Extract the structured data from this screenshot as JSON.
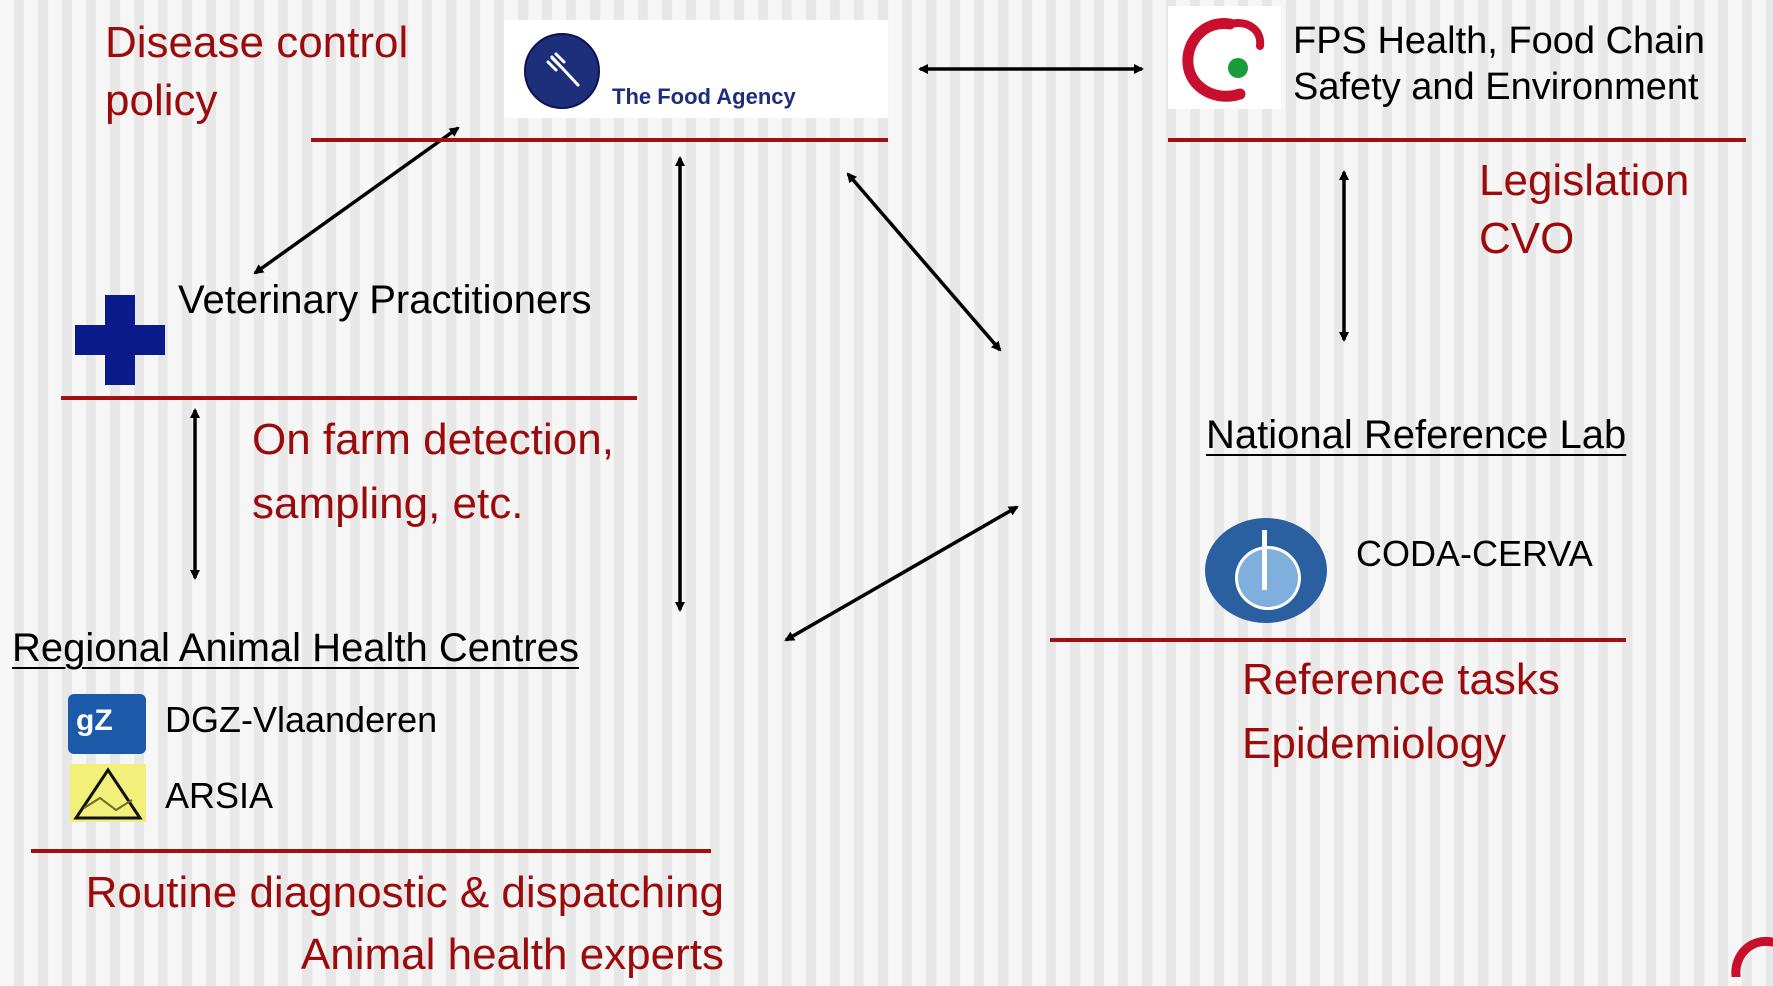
{
  "policy": {
    "line1": "Disease control",
    "line2": "policy"
  },
  "food_agency": {
    "logo_text": "The Food Agency",
    "icon": "fork-icon"
  },
  "fps": {
    "line1": "FPS Health, Food Chain",
    "line2": "Safety and Environment",
    "icon": "swirl-logo-icon"
  },
  "legislation": {
    "line1": "Legislation",
    "line2": "CVO"
  },
  "vets": {
    "title": "Veterinary Practitioners",
    "icon": "cross-icon"
  },
  "onfarm": {
    "line1": "On farm detection,",
    "line2": "sampling, etc."
  },
  "nrl": {
    "title": "National Reference Lab",
    "org": "CODA-CERVA",
    "icon": "coda-cerva-logo-icon"
  },
  "reference": {
    "line1": "Reference tasks",
    "line2": "Epidemiology"
  },
  "regional": {
    "title": "Regional Animal Health Centres",
    "items": [
      {
        "label": "DGZ-Vlaanderen",
        "icon": "dgz-logo-icon"
      },
      {
        "label": "ARSIA",
        "icon": "arsia-logo-icon"
      }
    ]
  },
  "routine": {
    "line1": "Routine diagnostic & dispatching",
    "line2": "Animal health experts"
  },
  "colors": {
    "accent_red": "#9b0b0b",
    "line_red": "#a01010",
    "cross_blue": "#0b1a8a"
  }
}
